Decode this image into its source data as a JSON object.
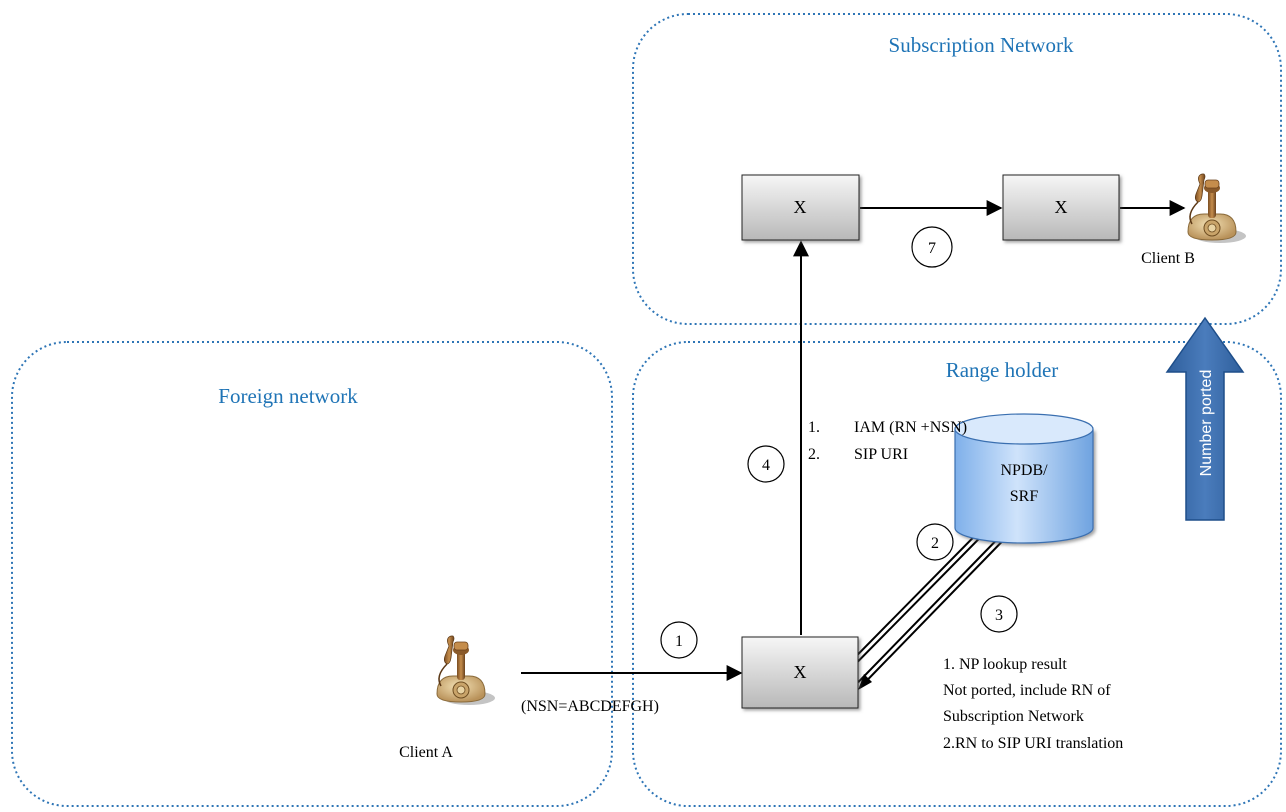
{
  "networks": {
    "subscription": "Subscription Network",
    "range_holder": "Range holder",
    "foreign": "Foreign network"
  },
  "nodes": {
    "switch_subscription_1": "X",
    "switch_subscription_2": "X",
    "switch_range_holder": "X",
    "database": [
      "NPDB/",
      "SRF"
    ]
  },
  "clients": {
    "a": "Client A",
    "b": "Client B"
  },
  "steps": {
    "s1": "1",
    "s2": "2",
    "s3": "3",
    "s4": "4",
    "s7": "7"
  },
  "labels": {
    "nsn": "(NSN=ABCDEFGH)",
    "step4_lines": [
      {
        "num": "1.",
        "text": "IAM (RN +NSN)"
      },
      {
        "num": "2.",
        "text": "SIP URI"
      }
    ],
    "step3_lines": [
      "1. NP lookup result",
      "Not ported, include RN of",
      "Subscription Network",
      "2.RN to SIP URI translation"
    ],
    "number_ported": "Number ported"
  },
  "colors": {
    "network_border": "#2e75b6",
    "title": "#1f74b6",
    "big_arrow": "#3e6ea8",
    "db_fill": "#9fc5f0"
  },
  "icons": {
    "client": "candlestick-telephone-icon"
  }
}
